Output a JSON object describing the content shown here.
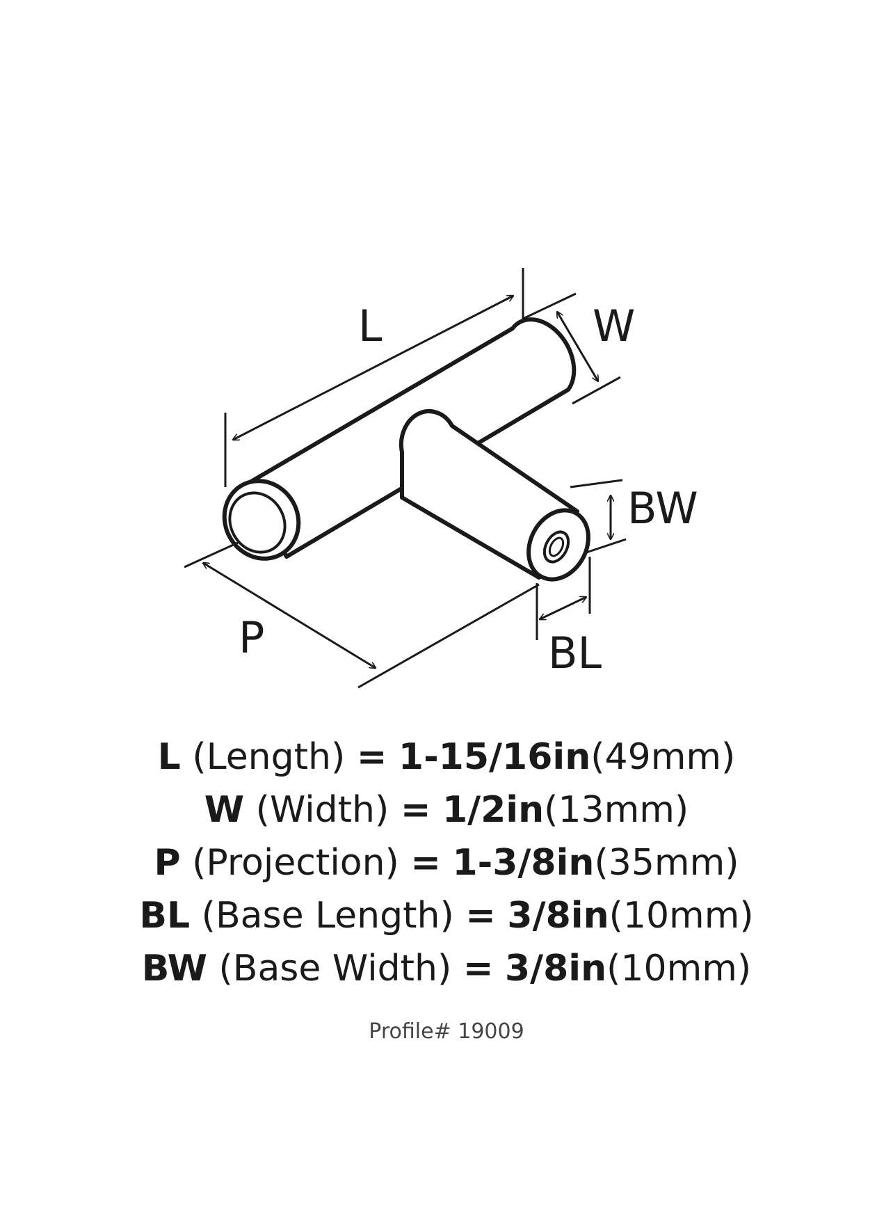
{
  "diagram": {
    "labels": {
      "length": "L",
      "width": "W",
      "projection": "P",
      "base_length": "BL",
      "base_width": "BW"
    }
  },
  "specs": [
    {
      "symbol": "L",
      "name": "(Length)",
      "eq": "=",
      "imperial": "1-15/16in",
      "metric": "(49mm)"
    },
    {
      "symbol": "W",
      "name": "(Width)",
      "eq": "=",
      "imperial": "1/2in",
      "metric": "(13mm)"
    },
    {
      "symbol": "P",
      "name": "(Projection)",
      "eq": "=",
      "imperial": "1-3/8in",
      "metric": "(35mm)"
    },
    {
      "symbol": "BL",
      "name": "(Base Length)",
      "eq": "=",
      "imperial": "3/8in",
      "metric": "(10mm)"
    },
    {
      "symbol": "BW",
      "name": "(Base Width)",
      "eq": "=",
      "imperial": "3/8in",
      "metric": "(10mm)"
    }
  ],
  "profile": "Profile# 19009",
  "colors": {
    "ink": "#1a1a1a",
    "background": "#ffffff"
  }
}
